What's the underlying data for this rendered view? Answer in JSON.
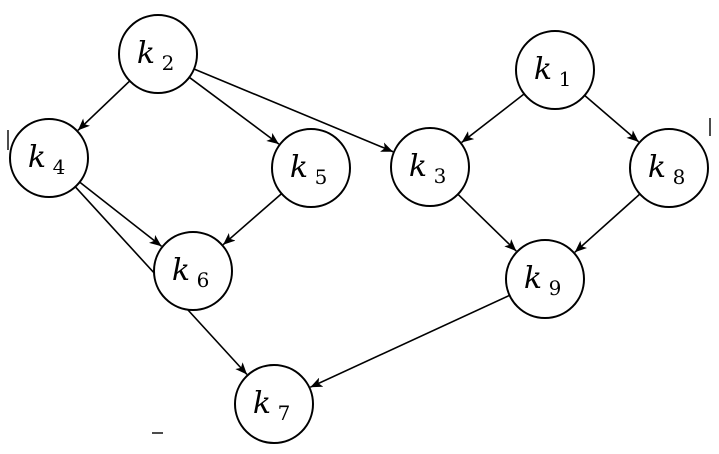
{
  "diagram": {
    "nodes": [
      {
        "id": "k2",
        "letter": "k",
        "sub": "2"
      },
      {
        "id": "k1",
        "letter": "k",
        "sub": "1"
      },
      {
        "id": "k4",
        "letter": "k",
        "sub": "4"
      },
      {
        "id": "k5",
        "letter": "k",
        "sub": "5"
      },
      {
        "id": "k3",
        "letter": "k",
        "sub": "3"
      },
      {
        "id": "k8",
        "letter": "k",
        "sub": "8"
      },
      {
        "id": "k6",
        "letter": "k",
        "sub": "6"
      },
      {
        "id": "k9",
        "letter": "k",
        "sub": "9"
      },
      {
        "id": "k7",
        "letter": "k",
        "sub": "7"
      }
    ],
    "edges": [
      {
        "from": "k2",
        "to": "k4"
      },
      {
        "from": "k2",
        "to": "k5"
      },
      {
        "from": "k2",
        "to": "k3"
      },
      {
        "from": "k1",
        "to": "k3"
      },
      {
        "from": "k1",
        "to": "k8"
      },
      {
        "from": "k4",
        "to": "k6"
      },
      {
        "from": "k4",
        "to": "k7"
      },
      {
        "from": "k5",
        "to": "k6"
      },
      {
        "from": "k3",
        "to": "k9"
      },
      {
        "from": "k8",
        "to": "k9"
      },
      {
        "from": "k9",
        "to": "k7"
      }
    ],
    "colors": {
      "stroke": "#000000",
      "fill": "#ffffff"
    }
  }
}
